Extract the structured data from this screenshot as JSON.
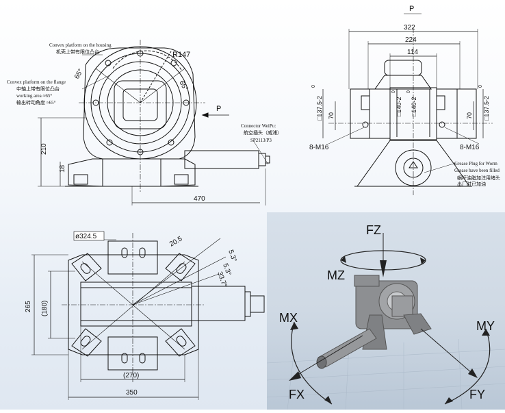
{
  "top_left": {
    "label_convex_housing_en": "Convex platform on the housing",
    "label_convex_housing_cn": "机壳上带有限位凸台",
    "label_convex_flange_en": "Convex platform on the flange",
    "label_convex_flange_cn": "中轴上带有限位凸台",
    "label_working_area_en": "working area ≈65°",
    "label_working_area_cn": "输出转动角度 ≈65°",
    "radius_label": "R147",
    "angle_left": "65°",
    "angle_right": "65°",
    "view_arrow_label": "P",
    "connector_en": "Connector WeiPu:",
    "connector_cn": "航空插头（威浦）",
    "connector_model": "SP2113/P3",
    "dim_height": "210",
    "dim_small": "18",
    "dim_length": "470"
  },
  "top_right": {
    "view_label": "P",
    "dim_322": "322",
    "dim_224": "224",
    "dim_114": "114",
    "dim_left_sq": "□137.5-2",
    "dim_left_tol": "0",
    "dim_right_sq": "□137.5-2",
    "dim_right_tol": "0",
    "dim_inner_left": "□140-2",
    "dim_inner_left_tol": "0",
    "dim_inner_right": "□140-2",
    "dim_inner_right_tol": "0",
    "dim_70_left": "70",
    "dim_70_right": "70",
    "thread_left": "8-M16",
    "thread_right": "8-M16",
    "grease_en_1": "Grease Plug for Worm",
    "grease_en_2": "Grease have been filled",
    "grease_cn_1": "蜗杆油脂加注用堵头",
    "grease_cn_2": "出厂时已加油"
  },
  "bottom_left": {
    "dim_diameter": "ø324.5",
    "dim_20_5": "20.5",
    "dim_5_3a": "5.3°",
    "dim_5_3b": "5.3°",
    "dim_33_7": "33.7°",
    "dim_265": "265",
    "dim_180": "(180)",
    "dim_270": "(270)",
    "dim_350": "350"
  },
  "bottom_right": {
    "fz": "FZ",
    "mz": "MZ",
    "mx": "MX",
    "my": "MY",
    "fx": "FX",
    "fy": "FY"
  },
  "colors": {
    "line": "#111111",
    "photo_bg": "#cfd9e4",
    "gearbox": "#8d8f92"
  }
}
